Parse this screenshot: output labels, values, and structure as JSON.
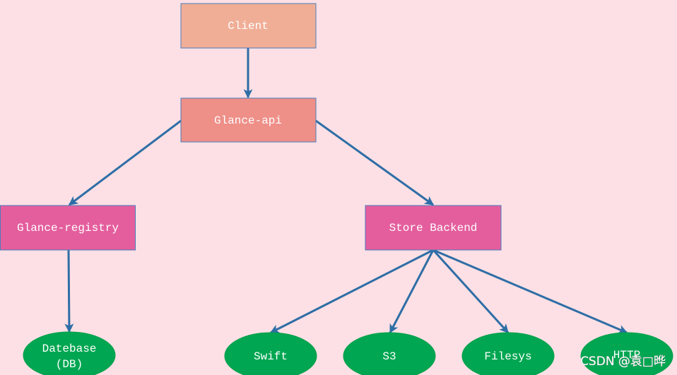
{
  "colors": {
    "background": "#fde0e5",
    "client_fill": "#f0ae97",
    "api_fill": "#ee8f88",
    "component_fill": "#e45e9d",
    "backend_fill": "#00a651",
    "arrow": "#2e6ea6",
    "box_border": "#4a7ebb",
    "label_text": "#ffffff"
  },
  "nodes": {
    "client": {
      "label": "Client"
    },
    "glance_api": {
      "label": "Glance-api"
    },
    "glance_registry": {
      "label": "Glance-registry"
    },
    "store_backend": {
      "label": "Store Backend"
    },
    "database": {
      "label_line1": "Datebase",
      "label_line2": "(DB)"
    },
    "swift": {
      "label": "Swift"
    },
    "s3": {
      "label": "S3"
    },
    "filesys": {
      "label": "Filesys"
    },
    "http": {
      "label": "HTTP"
    }
  },
  "watermark": {
    "text": "CSDN @袁□晔"
  }
}
